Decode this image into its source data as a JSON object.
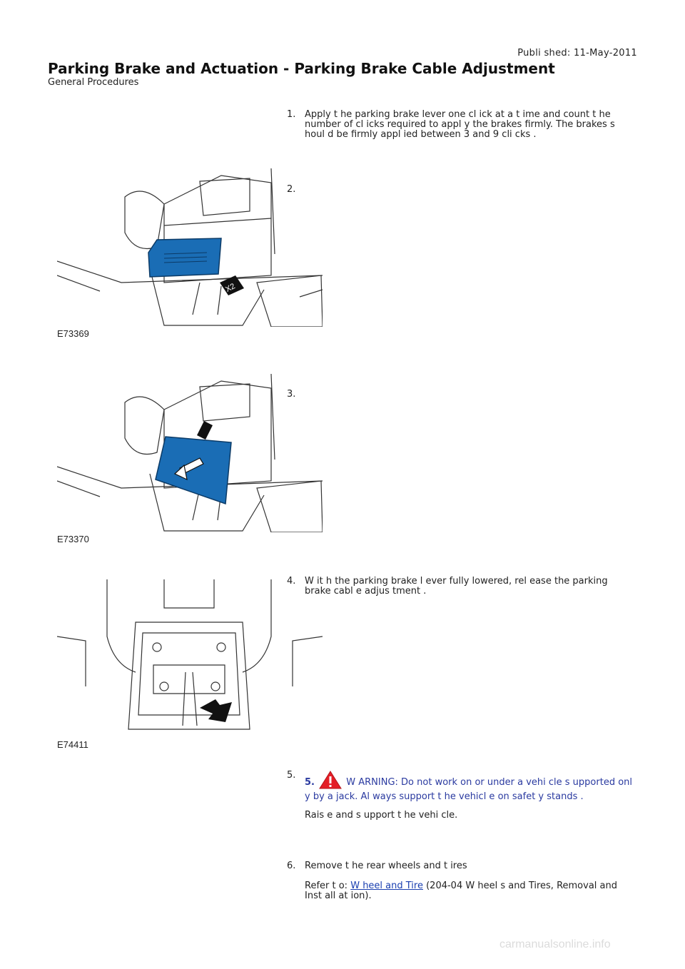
{
  "header": {
    "published": "Publi shed: 11-May-2011",
    "title": "Parking Brake and Actuation - Parking Brake Cable Adjustment",
    "subtitle": "General Procedures"
  },
  "steps": [
    {
      "num": "1.",
      "text": "Apply t he parking brake lever one cl ick at a t ime and count t he number of cl icks required to appl y the brakes firmly. The brakes s houl d be firmly appl ied between 3 and 9 cli cks ."
    },
    {
      "num": "2.",
      "text": ""
    },
    {
      "num": "3.",
      "text": ""
    },
    {
      "num": "4.",
      "text": "W it h the parking brake l ever fully lowered, rel ease the parking brake cabl e adjus tment ."
    },
    {
      "num": "5.",
      "warning_num": "5.",
      "warning_text": "W ARNING: Do not work on or under a vehi cle s upported onl y by a jack. Al ways support t he vehicl e on safet y stands .",
      "text": "Rais e and s upport t he vehi cle."
    },
    {
      "num": "6.",
      "text": "Remove t he rear wheels and t ires",
      "refer_prefix": "Refer t o:",
      "refer_link": "W heel and Tire",
      "refer_suffix": "(204-04 W heel s and Tires, Removal and Inst all at ion)."
    }
  ],
  "figures": [
    {
      "label": "E73369",
      "badge": "X2"
    },
    {
      "label": "E73370"
    },
    {
      "label": "E74411"
    }
  ],
  "watermark": "carmanualsonline.info",
  "colors": {
    "highlight": "#1a6db5",
    "warning": "#e41e26",
    "link": "#1a3fb0"
  }
}
